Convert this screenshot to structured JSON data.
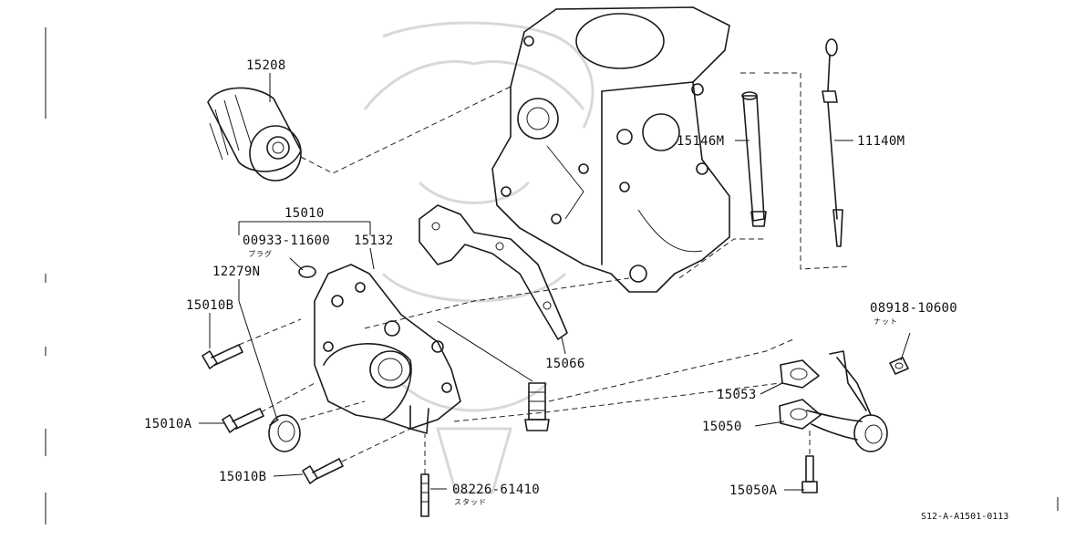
{
  "parts": {
    "oil_filter": "15208",
    "oil_pump_assy": "15010",
    "plug": "00933-11600",
    "plug_jp": "プラグ",
    "oil_seal_pump": "15132",
    "oil_seal": "12279N",
    "bolt_b_upper": "15010B",
    "bolt_a": "15010A",
    "bolt_b_lower": "15010B",
    "stud": "08226-61410",
    "stud_jp": "スタッド",
    "gasket_pump": "15066",
    "dipstick_guide": "15146M",
    "dipstick": "11140M",
    "nut": "08918-10600",
    "nut_jp": "ナット",
    "strainer_gasket": "15053",
    "strainer": "15050",
    "strainer_bolt": "15050A"
  },
  "reference": "S12-A-A1501-0113"
}
